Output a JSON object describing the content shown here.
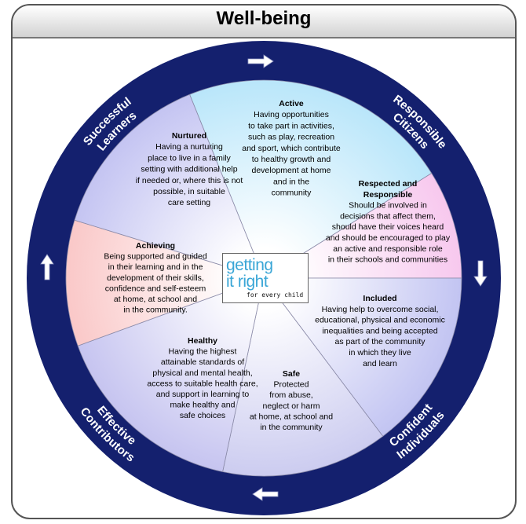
{
  "title": "Well-being",
  "ring_labels": {
    "successful_learners": [
      "Successful",
      "Learners"
    ],
    "responsible_citizens": [
      "Responsible",
      "Citizens"
    ],
    "confident_individuals": [
      "Confident",
      "Individuals"
    ],
    "effective_contributors": [
      "Effective",
      "Contributors"
    ]
  },
  "segments": {
    "active": {
      "title": "Active",
      "lines": [
        "Having opportunities",
        "to take part in activities,",
        "such as play, recreation",
        "and sport, which contribute",
        "to healthy growth and",
        "development at home",
        "and in the",
        "community"
      ]
    },
    "respected": {
      "title_lines": [
        "Respected and",
        "Responsible"
      ],
      "lines": [
        "Should be involved in",
        "decisions that affect them,",
        "should have their voices heard",
        "and should be encouraged to play",
        "an active and responsible role",
        "in their schools and communities"
      ]
    },
    "included": {
      "title": "Included",
      "lines": [
        "Having help to overcome social,",
        "educational, physical and economic",
        "inequalities and being accepted",
        "as part of the community",
        "in which they live",
        "and learn"
      ]
    },
    "safe": {
      "title": "Safe",
      "lines": [
        "Protected",
        "from abuse,",
        "neglect or harm",
        "at home, at school and",
        "in the community"
      ]
    },
    "healthy": {
      "title": "Healthy",
      "lines": [
        "Having the highest",
        "attainable standards of",
        "physical and mental health,",
        "access to suitable health care,",
        "and support in learning to",
        "make healthy and",
        "safe  choices"
      ]
    },
    "achieving": {
      "title": "Achieving",
      "lines": [
        "Being supported and guided",
        "in their learning and in the",
        "development of their skills,",
        "confidence and self-esteem",
        "at home, at school and",
        "in the community."
      ]
    },
    "nurtured": {
      "title": "Nurtured",
      "lines": [
        "Having a nurturing",
        "place to live in a family",
        "setting with additional help",
        "if needed or, where this is not",
        "possible, in suitable",
        "care setting"
      ]
    }
  },
  "logo": {
    "line1": "getting",
    "line2": "it right",
    "line3": "for every child"
  },
  "colors": {
    "ring": "#14206e",
    "active": "#b9e6fa",
    "respected": "#f7c8ee",
    "included": "#c2c4f2",
    "safe": "#ccccf0",
    "healthy": "#c6c4f0",
    "achieving": "#fac8c8",
    "nurtured": "#c4c4f2",
    "arrow": "#ffffff"
  },
  "arrows": [
    "right-arrow",
    "down-arrow",
    "left-arrow",
    "up-arrow"
  ]
}
